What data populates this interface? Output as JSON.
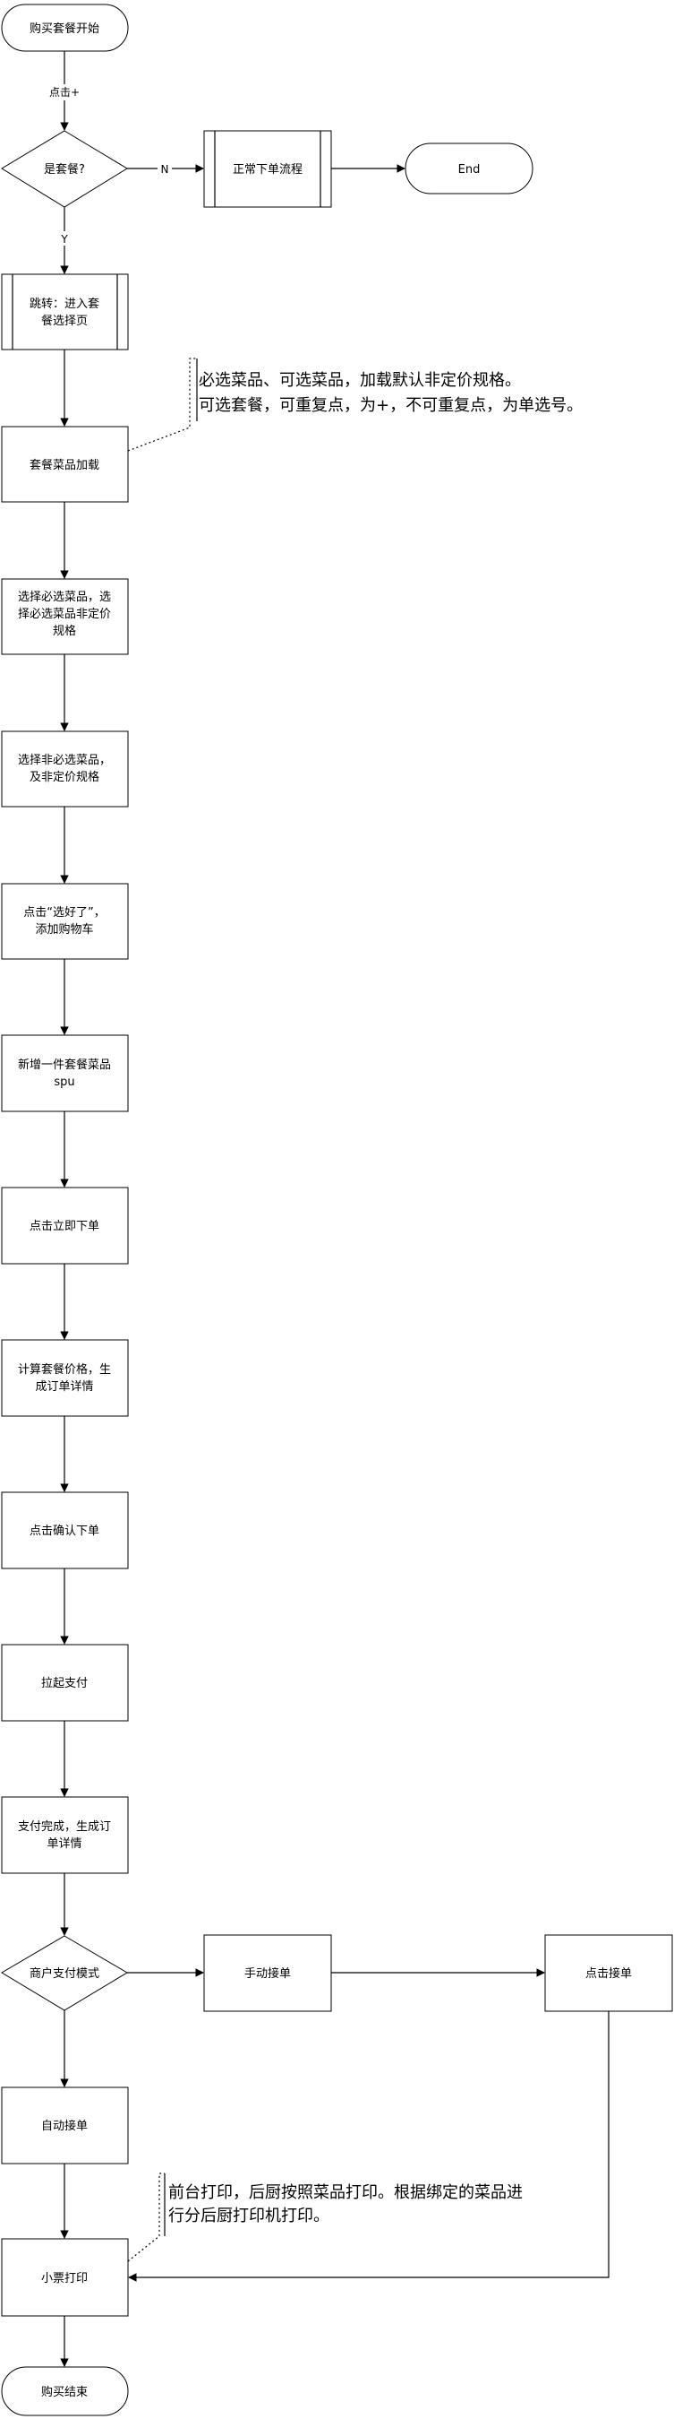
{
  "nodes": {
    "start": "购买套餐开始",
    "is_package": "是套餐?",
    "normal_flow": "正常下单流程",
    "end_top": "End",
    "jump_l1": "跳转：进入套",
    "jump_l2": "餐选择页",
    "load": "套餐菜品加载",
    "req_l1": "选择必选菜品，选",
    "req_l2": "择必选菜品非定价",
    "req_l3": "规格",
    "opt_l1": "选择非必选菜品，",
    "opt_l2": "及非定价规格",
    "done_l1": "点击“选好了”，",
    "done_l2": "添加购物车",
    "add_l1": "新增一件套餐菜品",
    "add_l2": "spu",
    "order_now": "点击立即下单",
    "calc_l1": "计算套餐价格，生",
    "calc_l2": "成订单详情",
    "confirm": "点击确认下单",
    "pay": "拉起支付",
    "paid_l1": "支付完成，生成订",
    "paid_l2": "单详情",
    "mode": "商户支付模式",
    "manual": "手动接单",
    "click_accept": "点击接单",
    "auto": "自动接单",
    "receipt": "小票打印",
    "end": "购买结束"
  },
  "edge_labels": {
    "click_plus": "点击+",
    "no": "N",
    "yes": "Y"
  },
  "annotations": {
    "load_note_l1": "必选菜品、可选菜品，加载默认非定价规格。",
    "load_note_l2": "可选套餐，可重复点，为+，不可重复点，为单选号。",
    "print_note_l1": "前台打印，后厨按照菜品打印。根据绑定的菜品进",
    "print_note_l2": "行分后厨打印机打印。"
  }
}
